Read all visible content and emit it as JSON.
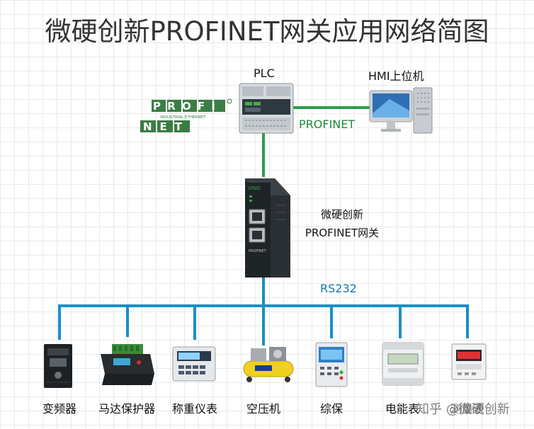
{
  "title": "微硬创新PROFINET网关应用网络简图",
  "plc_label": "PLC",
  "hmi_label": "HMI上位机",
  "profinet_link_label": "PROFINET",
  "profinet_logo": {
    "line1": "PROFI",
    "subtitle": "INDUSTRIAL ETHERNET",
    "line2": "NET"
  },
  "gateway": {
    "name_line1": "微硬创新",
    "name_line2": "PROFINET网关",
    "brand_text": "VINO",
    "device_text": "PROFINET"
  },
  "bus_label": "RS232",
  "devices": [
    {
      "label": "变频器",
      "icon": "inverter-icon"
    },
    {
      "label": "马达保护器",
      "icon": "motor-protector-icon"
    },
    {
      "label": "称重仪表",
      "icon": "weighing-meter-icon"
    },
    {
      "label": "空压机",
      "icon": "air-compressor-icon"
    },
    {
      "label": "综保",
      "icon": "relay-protection-icon"
    },
    {
      "label": "电能表",
      "icon": "energy-meter-icon"
    },
    {
      "label": "测量表",
      "icon": "measuring-meter-icon"
    }
  ],
  "watermark": "知乎 @微硬创新",
  "colors": {
    "profinet_line": "#2e9e4a",
    "rs232_line": "#1a8fc6",
    "logo_green": "#3a7d44"
  }
}
